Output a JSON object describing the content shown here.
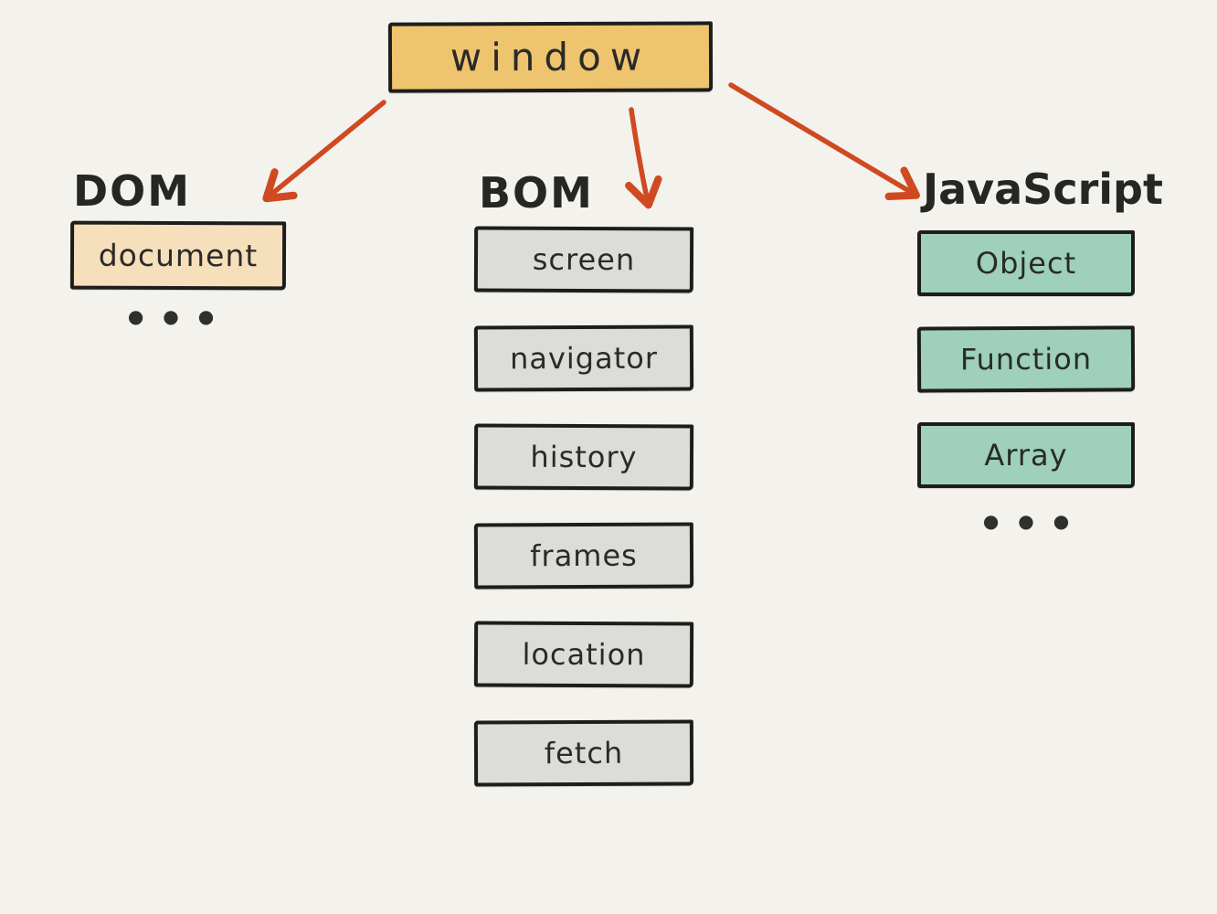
{
  "root_box": {
    "label": "window"
  },
  "sections": {
    "dom": {
      "heading": "DOM",
      "boxes": [
        {
          "label": "document"
        }
      ],
      "ellipsis": "● ● ●"
    },
    "bom": {
      "heading": "BOM",
      "boxes": [
        {
          "label": "screen"
        },
        {
          "label": "navigator"
        },
        {
          "label": "history"
        },
        {
          "label": "frames"
        },
        {
          "label": "location"
        },
        {
          "label": "fetch"
        }
      ]
    },
    "js": {
      "heading": "JavaScript",
      "boxes": [
        {
          "label": "Object"
        },
        {
          "label": "Function"
        },
        {
          "label": "Array"
        }
      ],
      "ellipsis": "● ● ●"
    }
  },
  "colors": {
    "background": "#f4f2ed",
    "window_fill": "#eec46f",
    "document_fill": "#f6e0bb",
    "bom_fill": "#dcdcda",
    "js_fill": "#9ed0bc",
    "border_ink": "#1d1d1b",
    "text_ink": "#2a2a28",
    "arrow": "#cf4a21"
  }
}
